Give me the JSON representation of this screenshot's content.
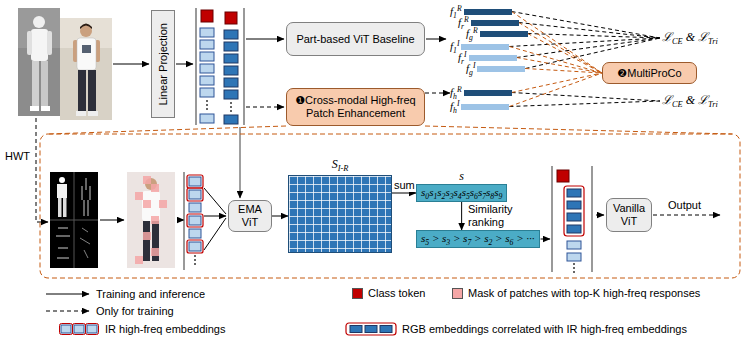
{
  "diagram": {
    "nodes": [
      {
        "text": [
          "Linear Projection"
        ]
      },
      {
        "text": [
          "Part-based ViT Baseline"
        ]
      },
      {
        "text": [
          "❶Cross-modal High-freq Patch Enhancement"
        ]
      },
      {
        "text": [
          "f1R"
        ]
      },
      {
        "text": [
          "frR"
        ]
      },
      {
        "text": [
          "fgR"
        ]
      },
      {
        "text": [
          "f1I"
        ]
      },
      {
        "text": [
          "frI"
        ]
      },
      {
        "text": [
          "fgI"
        ]
      },
      {
        "text": [
          "fhR"
        ]
      },
      {
        "text": [
          "fhI"
        ]
      },
      {
        "text": [
          "ℒCE & ℒTri"
        ]
      },
      {
        "text": [
          "❷MultiProCo"
        ]
      },
      {
        "text": [
          "ℒCE & ℒTri"
        ]
      },
      {
        "text": [
          "EMA ViT"
        ]
      },
      {
        "text": [
          "SI-R"
        ]
      },
      {
        "text": [
          "s",
          "s0s1s2s3s4s5s6s7s8s9"
        ]
      },
      {
        "text": [
          "s5 > s3 > s7 > s2 > s6 > ···"
        ]
      },
      {
        "text": [
          "Vanilla ViT"
        ]
      }
    ],
    "edges": [
      {
        "from": 3,
        "to": 11,
        "arrow": "none"
      },
      {
        "from": 4,
        "to": 11,
        "arrow": "none"
      },
      {
        "from": 5,
        "to": 11,
        "arrow": "none"
      },
      {
        "from": 6,
        "to": 11,
        "arrow": "none"
      },
      {
        "from": 7,
        "to": 11,
        "arrow": "none"
      },
      {
        "from": 8,
        "to": 11,
        "arrow": "none"
      },
      {
        "from": 9,
        "to": 13,
        "arrow": "none"
      },
      {
        "from": 10,
        "to": 13,
        "arrow": "none"
      },
      {
        "from": 3,
        "to": 12,
        "arrow": "none"
      },
      {
        "from": 4,
        "to": 12,
        "arrow": "none"
      },
      {
        "from": 5,
        "to": 12,
        "arrow": "none"
      },
      {
        "from": 6,
        "to": 12,
        "arrow": "none"
      },
      {
        "from": 7,
        "to": 12,
        "arrow": "none"
      },
      {
        "from": 8,
        "to": 12,
        "arrow": "none"
      },
      {
        "from": 9,
        "to": 12,
        "arrow": "none"
      },
      {
        "from": 10,
        "to": 12,
        "arrow": "none"
      },
      {
        "from": 2,
        "to": 9,
        "arrow": "to"
      },
      {
        "from": 14,
        "to": 15,
        "arrow": "to"
      },
      {
        "from": 15,
        "to": 16,
        "label": "sum",
        "arrow": "to"
      },
      {
        "from": 16,
        "to": 17,
        "label": "Similarity ranking",
        "arrow": "to"
      }
    ],
    "labels": [
      "HWT",
      "Output"
    ],
    "legend": [
      {
        "text": "Training and inference"
      },
      {
        "text": "Only for training"
      },
      {
        "text": "Class token",
        "color": "#c00000"
      },
      {
        "text": "Mask of patches with top-K high-freq responses",
        "color": "#f4a6a6"
      },
      {
        "text": "IR high-freq embeddings"
      },
      {
        "text": "RGB embeddings correlated with IR high-freq embeddings"
      }
    ]
  }
}
